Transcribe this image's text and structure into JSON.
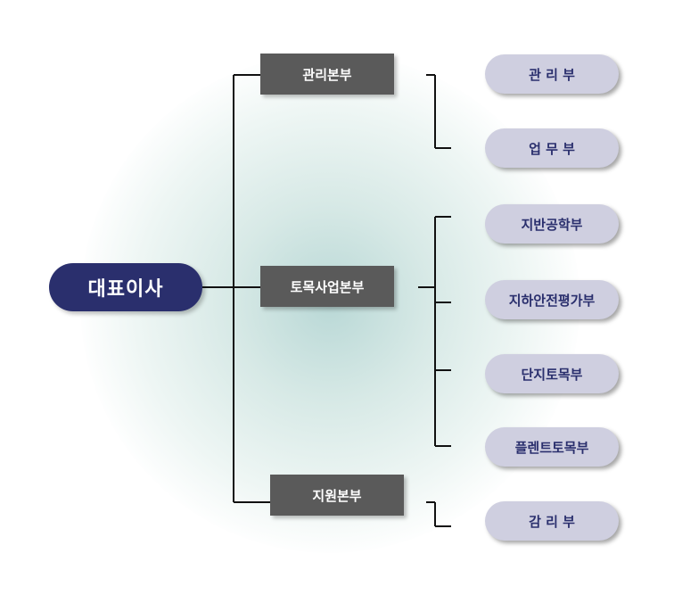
{
  "ceo": {
    "label": "대표이사"
  },
  "divisions": [
    {
      "label": "관리본부",
      "departments": [
        "관 리 부",
        "업 무 부"
      ]
    },
    {
      "label": "토목사업본부",
      "departments": [
        "지반공학부",
        "지하안전평가부",
        "단지토목부",
        "플렌트토목부"
      ]
    },
    {
      "label": "지원본부",
      "departments": [
        "감 리 부"
      ]
    }
  ],
  "colors": {
    "ceo_fill": "#2a2f6d",
    "division_fill": "#5a5a5a",
    "department_fill": "#cfcfe0",
    "department_text": "#2a2f6d",
    "line": "#111111"
  }
}
